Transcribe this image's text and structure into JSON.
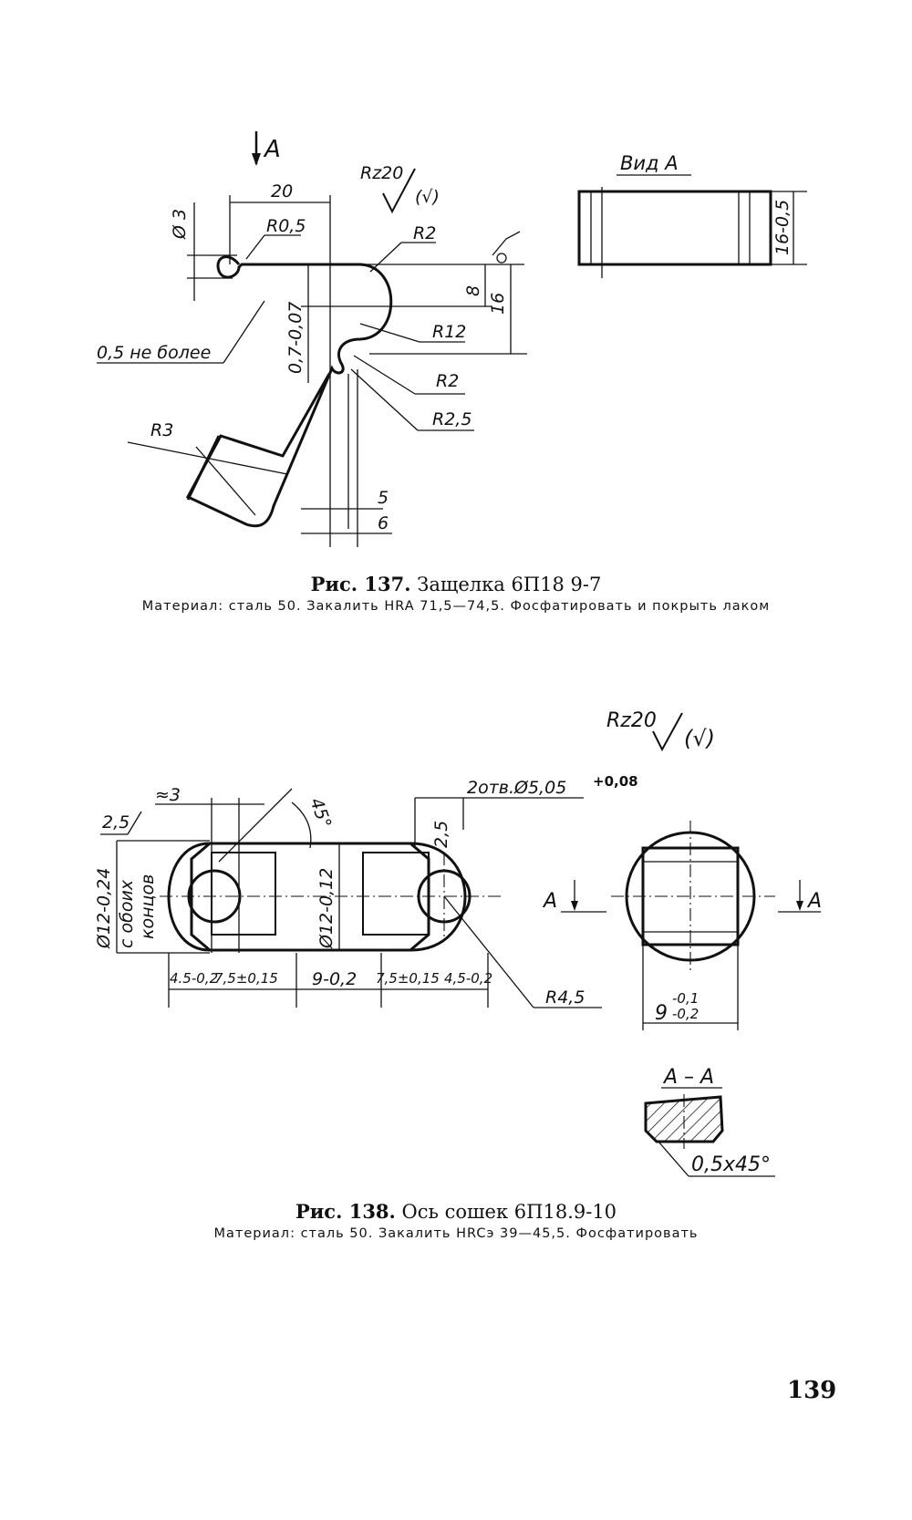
{
  "figure137": {
    "label": "Рис. 137.",
    "title": "Защелка 6П18 9-7",
    "note": "Материал: сталь 50. Закалить HRA 71,5—74,5. Фосфатировать и покрыть лаком",
    "dims": {
      "view_arrow": "A",
      "roughness": "Rz20",
      "roughness_alt": "(√)",
      "d20": "20",
      "dia3": "Ø 3",
      "r05": "R0,5",
      "r2a": "R2",
      "r12": "R12",
      "r2b": "R2",
      "r25": "R2,5",
      "r3": "R3",
      "d8": "8",
      "d16": "16",
      "thick": "0,7-0,07",
      "note05": "0,5 не более",
      "d5": "5",
      "d6": "6",
      "view_label": "Вид А",
      "width": "16-0,5"
    }
  },
  "figure138": {
    "label": "Рис. 138.",
    "title": "Ось сошек 6П18.9-10",
    "note": "Материал: сталь 50. Закалить HRCэ 39—45,5. Фосфатировать",
    "dims": {
      "roughness": "Rz20",
      "roughness_alt": "(√)",
      "approx3": "≈3",
      "angle45": "45°",
      "holes": "2отв.Ø5,05",
      "holes_tol": "+0,08",
      "d25a": "2,5",
      "d25b": "2,5",
      "dia12_ends": "Ø12-0,24",
      "ends_note1": "с обоих",
      "ends_note2": "концов",
      "dia12": "Ø12-0,12",
      "seg45a": "4.5-0,2",
      "seg75a": "7,5±0,15",
      "seg9": "9-0,2",
      "seg75b": "7,5±0,15",
      "seg45b": "4,5-0,2",
      "r45": "R4,5",
      "sect_a_left": "А",
      "sect_a_right": "А",
      "flat9": "9",
      "flat9_tol_up": "-0,1",
      "flat9_tol_dn": "-0,2",
      "section": "А – А",
      "chamfer": "0,5x45°"
    }
  },
  "page_number": "139"
}
